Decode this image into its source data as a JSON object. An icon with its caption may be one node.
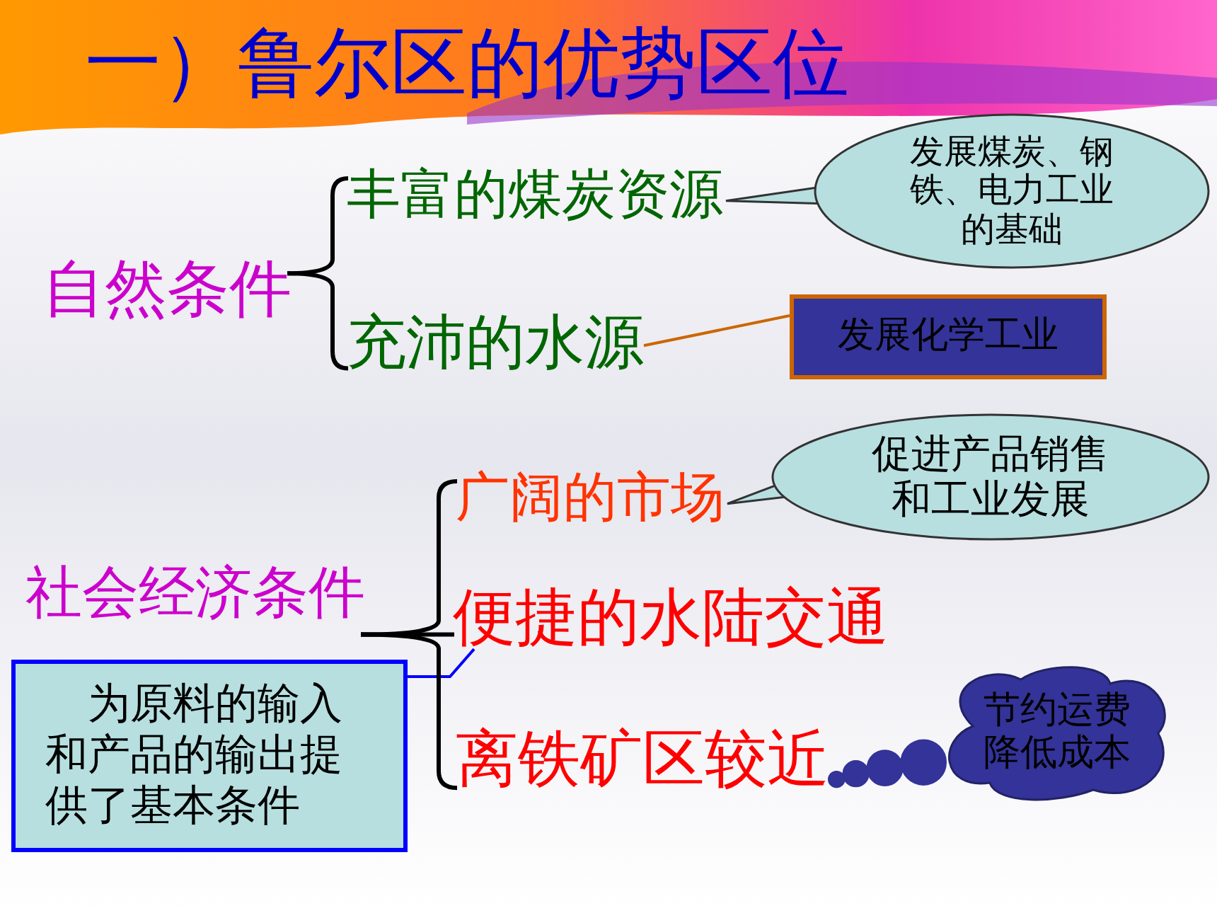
{
  "diagram": {
    "title": "一）鲁尔区的优势区位",
    "nodes": [
      {
        "text": [
          "自然条件"
        ]
      },
      {
        "text": [
          "丰富的煤炭资源"
        ]
      },
      {
        "text": [
          "充沛的水源"
        ]
      },
      {
        "text": [
          "发展煤炭、钢铁、电力工业的基础"
        ]
      },
      {
        "text": [
          "发展化学工业"
        ]
      },
      {
        "text": [
          "社会经济条件"
        ]
      },
      {
        "text": [
          "广阔的市场"
        ]
      },
      {
        "text": [
          "便捷的水陆交通"
        ]
      },
      {
        "text": [
          "离铁矿区较近"
        ]
      },
      {
        "text": [
          "促进产品销售和工业发展"
        ]
      },
      {
        "text": [
          "为原料的输入和产品的输出提供了基本条件"
        ]
      },
      {
        "text": [
          "节约运费降低成本"
        ]
      }
    ],
    "edges": [
      {
        "from": 0,
        "to": 1,
        "arrow": "none"
      },
      {
        "from": 0,
        "to": 2,
        "arrow": "none"
      },
      {
        "from": 3,
        "to": 1,
        "arrow": "none",
        "color": "#b7dfe0"
      },
      {
        "from": 2,
        "to": 4,
        "arrow": "none",
        "color": "#cc6600"
      },
      {
        "from": 5,
        "to": 6,
        "arrow": "none"
      },
      {
        "from": 5,
        "to": 7,
        "arrow": "none"
      },
      {
        "from": 5,
        "to": 8,
        "arrow": "none"
      },
      {
        "from": 9,
        "to": 6,
        "arrow": "none",
        "color": "#b7dfe0"
      },
      {
        "from": 10,
        "to": 7,
        "arrow": "none",
        "color": "#0000ff"
      },
      {
        "from": 11,
        "to": 8,
        "arrow": "none",
        "color": "#333399"
      }
    ]
  }
}
